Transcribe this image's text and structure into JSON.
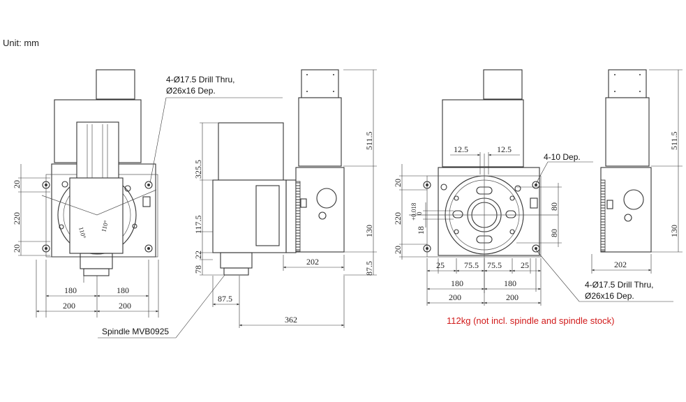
{
  "unit_label": "Unit: mm",
  "weight_note": "112kg (not incl. spindle and spindle stock)",
  "callouts": {
    "holes_top_left_1": "4-Ø17.5 Drill Thru,",
    "holes_top_left_2": "Ø26x16 Dep.",
    "spindle": "Spindle MVB0925",
    "tap_depth": "4-10 Dep.",
    "holes_bottom_right_1": "4-Ø17.5 Drill Thru,",
    "holes_bottom_right_2": "Ø26x16 Dep."
  },
  "dims": {
    "d20_top_a": "20",
    "d220_a": "220",
    "d20_bottom_a": "20",
    "d180_a1": "180",
    "d180_a2": "180",
    "d200_a1": "200",
    "d200_a2": "200",
    "ang110_l": "110°",
    "ang110_r": "110°",
    "d325": "325.5",
    "d117": "117.5",
    "d22": "22",
    "d78": "78",
    "d511_b": "511.5",
    "d130_b": "130",
    "d87": "87.5",
    "d202_b": "202",
    "d875": "87.5",
    "d362": "362",
    "d125_l": "12.5",
    "d125_r": "12.5",
    "d20_top_c": "20",
    "d220_c": "220",
    "d20_bottom_c": "20",
    "d18": "18",
    "tol_plus": "+0.018",
    "tol_zero": "0",
    "d80_top": "80",
    "d80_bot": "80",
    "d25_l": "25",
    "d755_l": "75.5",
    "d755_r": "75.5",
    "d25_r": "25",
    "d180_c1": "180",
    "d180_c2": "180",
    "d200_c1": "200",
    "d200_c2": "200",
    "d511_d": "511.5",
    "d130_d": "130",
    "d202_d": "202"
  }
}
